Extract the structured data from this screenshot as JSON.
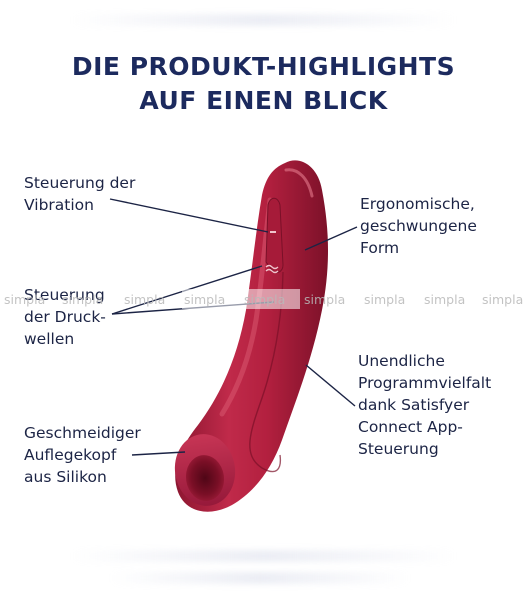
{
  "title": {
    "line1": "DIE PRODUKT-HIGHLIGHTS",
    "line2": "AUF EINEN BLICK"
  },
  "labels": {
    "vibration": [
      "Steuerung der",
      "Vibration"
    ],
    "form": [
      "Ergonomische,",
      "geschwungene",
      "Form"
    ],
    "druckwellen": [
      "Steuerung",
      "der Druck-",
      "wellen"
    ],
    "app": [
      "Unendliche",
      "Programmvielfalt",
      "dank Satisfyer",
      "Connect App-",
      "Steuerung"
    ],
    "auflegekopf": [
      "Geschmeidiger",
      "Auflegekopf",
      "aus Silikon"
    ]
  },
  "watermark": {
    "text": [
      "simpla",
      "simpla",
      "simpla",
      "simpla",
      "simpla",
      "simpla",
      "simpla",
      "simpla",
      "simpla"
    ]
  },
  "colors": {
    "title": "#1c2a5e",
    "text": "#1c2445",
    "product_main": "#b5203f",
    "product_dark": "#7a1028",
    "product_light": "#d8506a",
    "leader_lines": "#1c2445",
    "watermark": "#b9b9b9"
  },
  "icons": {
    "minus_button": "minus-icon",
    "wave_button": "wave-icon"
  }
}
